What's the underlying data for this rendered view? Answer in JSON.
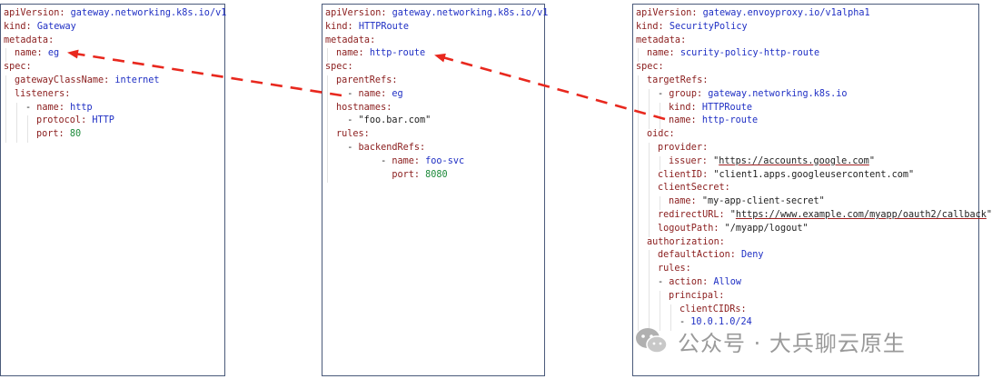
{
  "panels": [
    {
      "id": "gateway",
      "lines": [
        {
          "indent": 0,
          "parts": [
            {
              "t": "apiVersion: ",
              "c": "k"
            },
            {
              "t": "gateway.networking.k8s.io/v1",
              "c": "v"
            }
          ]
        },
        {
          "indent": 0,
          "parts": [
            {
              "t": "kind: ",
              "c": "k"
            },
            {
              "t": "Gateway",
              "c": "v"
            }
          ]
        },
        {
          "indent": 0,
          "parts": [
            {
              "t": "metadata:",
              "c": "k"
            }
          ]
        },
        {
          "indent": 1,
          "parts": [
            {
              "t": "name: ",
              "c": "k"
            },
            {
              "t": "eg",
              "c": "v"
            }
          ]
        },
        {
          "indent": 0,
          "parts": [
            {
              "t": "spec:",
              "c": "k"
            }
          ]
        },
        {
          "indent": 1,
          "parts": [
            {
              "t": "gatewayClassName: ",
              "c": "k"
            },
            {
              "t": "internet",
              "c": "v"
            }
          ]
        },
        {
          "indent": 1,
          "parts": [
            {
              "t": "listeners:",
              "c": "k"
            }
          ]
        },
        {
          "indent": 2,
          "parts": [
            {
              "t": "- ",
              "c": "p"
            },
            {
              "t": "name: ",
              "c": "k"
            },
            {
              "t": "http",
              "c": "v"
            }
          ]
        },
        {
          "indent": 3,
          "parts": [
            {
              "t": "protocol: ",
              "c": "k"
            },
            {
              "t": "HTTP",
              "c": "v"
            }
          ]
        },
        {
          "indent": 3,
          "parts": [
            {
              "t": "port: ",
              "c": "k"
            },
            {
              "t": "80",
              "c": "n"
            }
          ]
        }
      ]
    },
    {
      "id": "httproute",
      "lines": [
        {
          "indent": 0,
          "parts": [
            {
              "t": "apiVersion: ",
              "c": "k"
            },
            {
              "t": "gateway.networking.k8s.io/v1",
              "c": "v"
            }
          ]
        },
        {
          "indent": 0,
          "parts": [
            {
              "t": "kind: ",
              "c": "k"
            },
            {
              "t": "HTTPRoute",
              "c": "v"
            }
          ]
        },
        {
          "indent": 0,
          "parts": [
            {
              "t": "metadata:",
              "c": "k"
            }
          ]
        },
        {
          "indent": 1,
          "parts": [
            {
              "t": "name: ",
              "c": "k"
            },
            {
              "t": "http-route",
              "c": "v"
            }
          ]
        },
        {
          "indent": 0,
          "parts": [
            {
              "t": "spec:",
              "c": "k"
            }
          ]
        },
        {
          "indent": 1,
          "parts": [
            {
              "t": "parentRefs:",
              "c": "k"
            }
          ]
        },
        {
          "indent": 1,
          "parts": [
            {
              "t": "  - ",
              "c": "p"
            },
            {
              "t": "name: ",
              "c": "k"
            },
            {
              "t": "eg",
              "c": "v"
            }
          ]
        },
        {
          "indent": 1,
          "parts": [
            {
              "t": "hostnames:",
              "c": "k"
            }
          ]
        },
        {
          "indent": 1,
          "parts": [
            {
              "t": "  - ",
              "c": "p"
            },
            {
              "t": "\"foo.bar.com\"",
              "c": "s"
            }
          ]
        },
        {
          "indent": 1,
          "parts": [
            {
              "t": "rules:",
              "c": "k"
            }
          ]
        },
        {
          "indent": 1,
          "parts": [
            {
              "t": "  - ",
              "c": "p"
            },
            {
              "t": "backendRefs:",
              "c": "k"
            }
          ]
        },
        {
          "indent": 1,
          "parts": [
            {
              "t": "        - ",
              "c": "p"
            },
            {
              "t": "name: ",
              "c": "k"
            },
            {
              "t": "foo-svc",
              "c": "v"
            }
          ]
        },
        {
          "indent": 1,
          "parts": [
            {
              "t": "          ",
              "c": "p"
            },
            {
              "t": "port: ",
              "c": "k"
            },
            {
              "t": "8080",
              "c": "n"
            }
          ]
        }
      ]
    },
    {
      "id": "securitypolicy",
      "lines": [
        {
          "indent": 0,
          "parts": [
            {
              "t": "apiVersion: ",
              "c": "k"
            },
            {
              "t": "gateway.envoyproxy.io/v1alpha1",
              "c": "v"
            }
          ]
        },
        {
          "indent": 0,
          "parts": [
            {
              "t": "kind: ",
              "c": "k"
            },
            {
              "t": "SecurityPolicy",
              "c": "v"
            }
          ]
        },
        {
          "indent": 0,
          "parts": [
            {
              "t": "metadata:",
              "c": "k"
            }
          ]
        },
        {
          "indent": 1,
          "parts": [
            {
              "t": "name: ",
              "c": "k"
            },
            {
              "t": "scurity-policy-http-route",
              "c": "v"
            }
          ]
        },
        {
          "indent": 0,
          "parts": [
            {
              "t": "spec:",
              "c": "k"
            }
          ]
        },
        {
          "indent": 1,
          "parts": [
            {
              "t": "targetRefs:",
              "c": "k"
            }
          ]
        },
        {
          "indent": 2,
          "parts": [
            {
              "t": "- ",
              "c": "p"
            },
            {
              "t": "group: ",
              "c": "k"
            },
            {
              "t": "gateway.networking.k8s.io",
              "c": "v"
            }
          ]
        },
        {
          "indent": 3,
          "parts": [
            {
              "t": "kind: ",
              "c": "k"
            },
            {
              "t": "HTTPRoute",
              "c": "v"
            }
          ]
        },
        {
          "indent": 3,
          "parts": [
            {
              "t": "name: ",
              "c": "k"
            },
            {
              "t": "http-route",
              "c": "v"
            }
          ]
        },
        {
          "indent": 1,
          "parts": [
            {
              "t": "oidc:",
              "c": "k"
            }
          ]
        },
        {
          "indent": 2,
          "parts": [
            {
              "t": "provider:",
              "c": "k"
            }
          ]
        },
        {
          "indent": 3,
          "parts": [
            {
              "t": "issuer: ",
              "c": "k"
            },
            {
              "t": "\"",
              "c": "s"
            },
            {
              "t": "https://accounts.google.com",
              "c": "s u"
            },
            {
              "t": "\"",
              "c": "s"
            }
          ]
        },
        {
          "indent": 2,
          "parts": [
            {
              "t": "clientID: ",
              "c": "k"
            },
            {
              "t": "\"client1.apps.googleusercontent.com\"",
              "c": "s"
            }
          ]
        },
        {
          "indent": 2,
          "parts": [
            {
              "t": "clientSecret:",
              "c": "k"
            }
          ]
        },
        {
          "indent": 3,
          "parts": [
            {
              "t": "name: ",
              "c": "k"
            },
            {
              "t": "\"my-app-client-secret\"",
              "c": "s"
            }
          ]
        },
        {
          "indent": 2,
          "parts": [
            {
              "t": "redirectURL: ",
              "c": "k"
            },
            {
              "t": "\"",
              "c": "s"
            },
            {
              "t": "https://www.example.com/myapp/oauth2/callback",
              "c": "s u"
            },
            {
              "t": "\"",
              "c": "s"
            }
          ]
        },
        {
          "indent": 2,
          "parts": [
            {
              "t": "logoutPath: ",
              "c": "k"
            },
            {
              "t": "\"/myapp/logout\"",
              "c": "s"
            }
          ]
        },
        {
          "indent": 1,
          "parts": [
            {
              "t": "authorization:",
              "c": "k"
            }
          ]
        },
        {
          "indent": 2,
          "parts": [
            {
              "t": "defaultAction: ",
              "c": "k"
            },
            {
              "t": "Deny",
              "c": "v"
            }
          ]
        },
        {
          "indent": 2,
          "parts": [
            {
              "t": "rules:",
              "c": "k"
            }
          ]
        },
        {
          "indent": 2,
          "parts": [
            {
              "t": "- ",
              "c": "p"
            },
            {
              "t": "action: ",
              "c": "k"
            },
            {
              "t": "Allow",
              "c": "v"
            }
          ]
        },
        {
          "indent": 3,
          "parts": [
            {
              "t": "principal:",
              "c": "k"
            }
          ]
        },
        {
          "indent": 4,
          "parts": [
            {
              "t": "clientCIDRs:",
              "c": "k"
            }
          ]
        },
        {
          "indent": 4,
          "parts": [
            {
              "t": "- ",
              "c": "p"
            },
            {
              "t": "10.0.1.0/24",
              "c": "v"
            }
          ]
        }
      ]
    }
  ],
  "watermark": {
    "text": "公众号 · 大兵聊云原生",
    "icon": "wechat-icon"
  },
  "colors": {
    "key": "#8a1c1c",
    "value": "#1f2fc4",
    "string": "#222222",
    "number": "#1c8a3a",
    "arrow": "#e8281e",
    "border": "#4a5a7a"
  }
}
